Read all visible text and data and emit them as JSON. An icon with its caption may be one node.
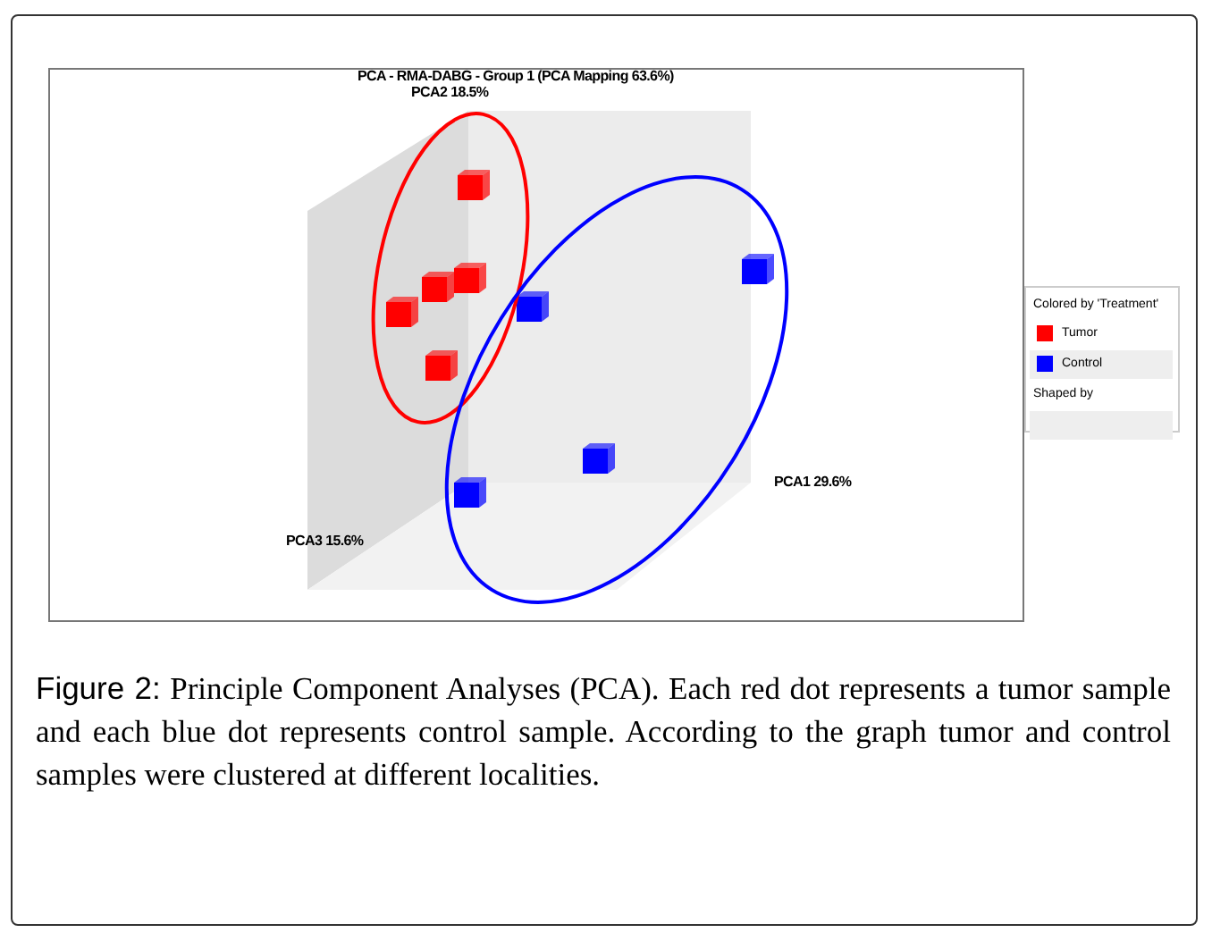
{
  "diagram": {
    "title": "PCA - RMA-DABG - Group 1 (PCA Mapping 63.6%)",
    "caption": "**Figure 2:** Principle Component Analyses (PCA). Each red dot represents a tumor sample and each blue dot represents control sample. According to the graph tumor and control samples were clustered at different localities.",
    "labels": [
      "PCA2 18.5%",
      "PCA1 29.6%",
      "PCA3 15.6%",
      "Colored by 'Treatment'",
      "Shaped by"
    ],
    "legend": [
      {
        "text": "Tumor",
        "color": "#ff0000"
      },
      {
        "text": "Control",
        "color": "#0000ff"
      }
    ]
  }
}
